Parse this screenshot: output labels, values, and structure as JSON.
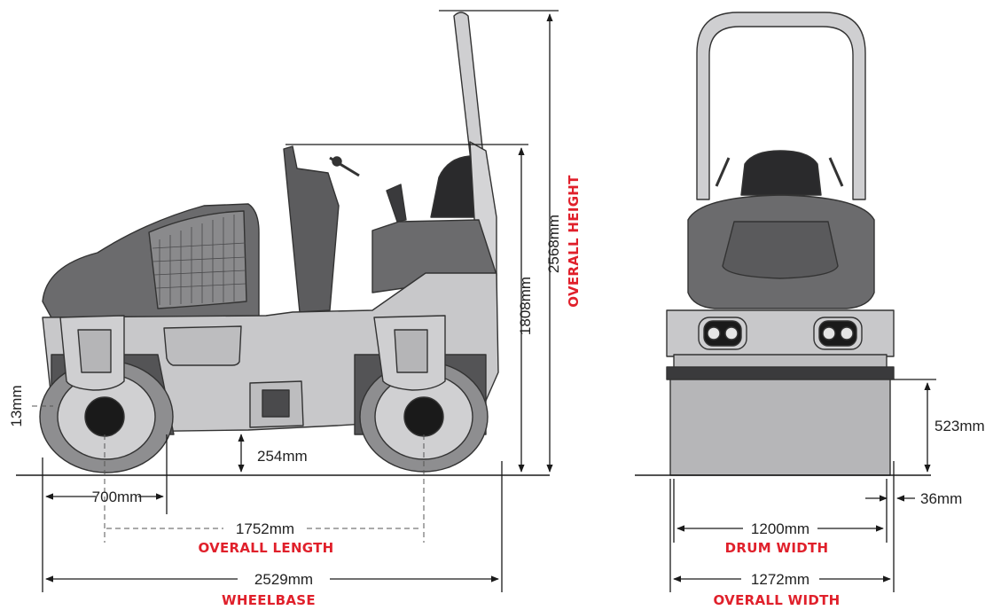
{
  "side_view": {
    "overall_height_value": "2568mm",
    "overall_height_label": "OVERALL HEIGHT",
    "seat_height_value": "1808mm",
    "curb_offset_value": "13mm",
    "ground_clearance_value": "254mm",
    "overhang_value": "700mm",
    "overall_length_value": "1752mm",
    "overall_length_label": "OVERALL LENGTH",
    "wheelbase_value": "2529mm",
    "wheelbase_label": "WHEELBASE"
  },
  "front_view": {
    "drum_height_value": "523mm",
    "edge_offset_value": "36mm",
    "drum_width_value": "1200mm",
    "drum_width_label": "DRUM WIDTH",
    "overall_width_value": "1272mm",
    "overall_width_label": "OVERALL WIDTH"
  },
  "colors": {
    "label_red": "#e0202b",
    "body_grey": "#c8c8ca",
    "hood_dark": "#6b6b6d",
    "drum_dark": "#545456"
  }
}
